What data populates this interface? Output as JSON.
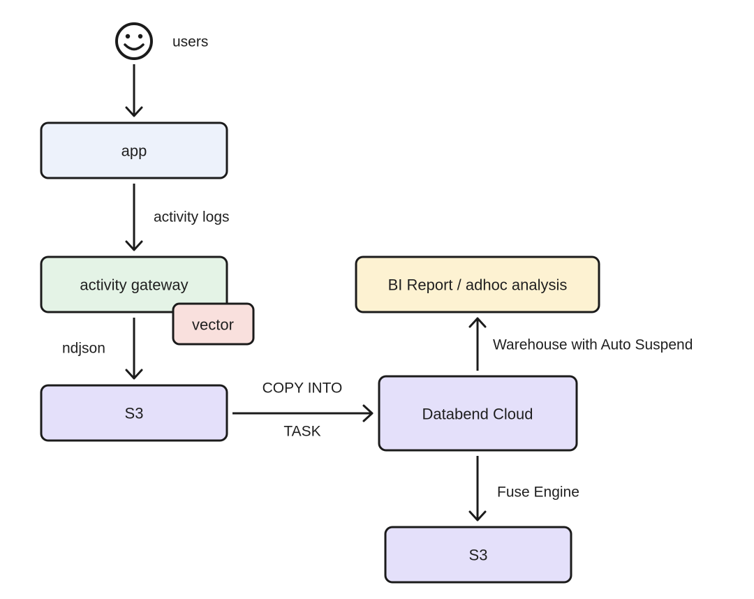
{
  "colors": {
    "app": "#edf2fb",
    "gateway": "#e4f3e6",
    "vector": "#f9e0dd",
    "storage": "#e4e0fa",
    "report": "#fdf2d2",
    "line": "#1b1b1b"
  },
  "actor": {
    "icon": "smiley-face-icon",
    "label": "users"
  },
  "nodes": {
    "app": "app",
    "gateway": "activity gateway",
    "vector": "vector",
    "s3_source": "S3",
    "databend": "Databend Cloud",
    "bi_report": "BI Report / adhoc analysis",
    "s3_storage": "S3"
  },
  "edges": {
    "activity_logs": "activity logs",
    "ndjson": "ndjson",
    "copy_into": "COPY INTO",
    "task": "TASK",
    "warehouse": "Warehouse with Auto Suspend",
    "fuse_engine": "Fuse Engine"
  }
}
